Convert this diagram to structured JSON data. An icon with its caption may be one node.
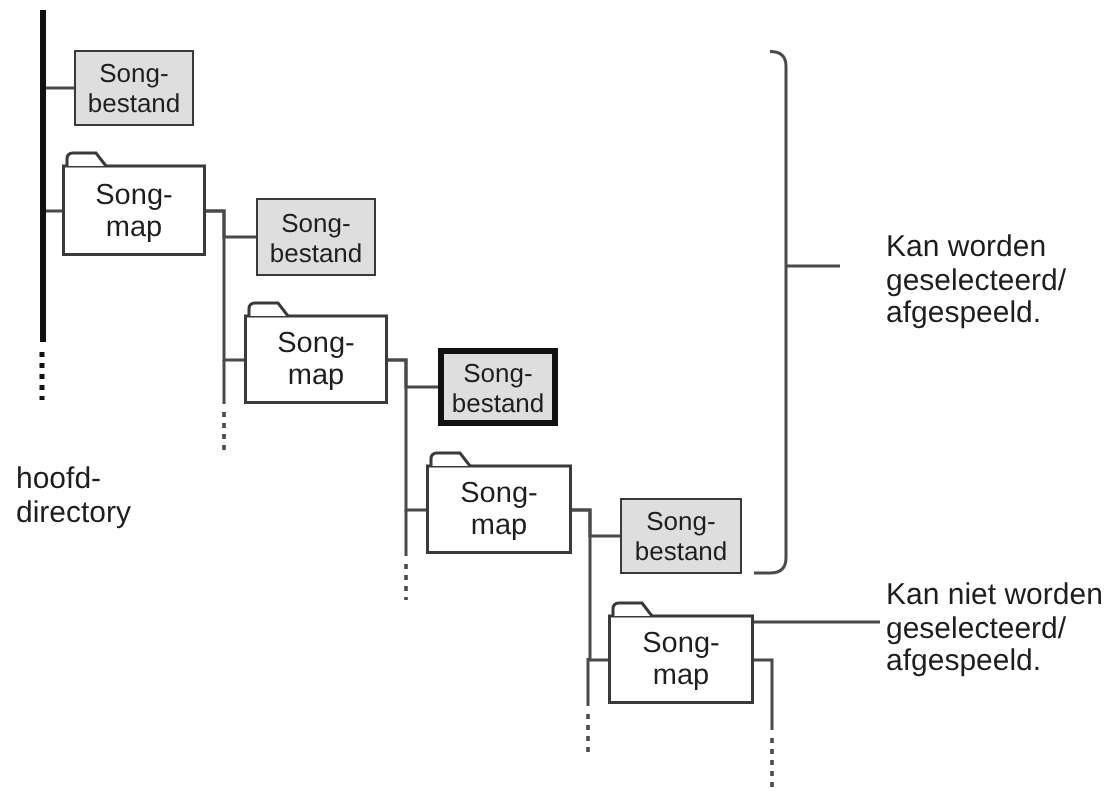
{
  "diagram": {
    "nodes": [
      {
        "text": [],
        "shape": "bar"
      },
      {
        "text": [
          "Song-bestand"
        ]
      },
      {
        "text": [
          "Song-map"
        ]
      },
      {
        "text": [
          "Song-bestand"
        ]
      },
      {
        "text": [
          "Song-map"
        ]
      },
      {
        "text": [
          "Song-bestand"
        ]
      },
      {
        "text": [
          "Song-map"
        ]
      },
      {
        "text": [
          "Song-bestand"
        ]
      },
      {
        "text": [
          "Song-map"
        ]
      },
      {
        "text": [
          "Kan niet worden geselecteerd/ afgespeeld."
        ]
      }
    ],
    "edges": [
      {
        "from": 0,
        "to": 1,
        "arrow": "none"
      },
      {
        "from": 0,
        "to": 2,
        "arrow": "none"
      },
      {
        "from": 2,
        "to": 3,
        "arrow": "none"
      },
      {
        "from": 2,
        "to": 4,
        "arrow": "none"
      },
      {
        "from": 4,
        "to": 5,
        "arrow": "none"
      },
      {
        "from": 4,
        "to": 6,
        "arrow": "none"
      },
      {
        "from": 6,
        "to": 7,
        "arrow": "none"
      },
      {
        "from": 6,
        "to": 8,
        "arrow": "none"
      },
      {
        "from": 8,
        "to": null,
        "arrow": "none"
      },
      {
        "from": 9,
        "to": 8,
        "arrow": "none"
      }
    ],
    "labels": [
      "Kan worden geselecteerd/ afgespeeld.",
      "hoofd-directory"
    ]
  }
}
